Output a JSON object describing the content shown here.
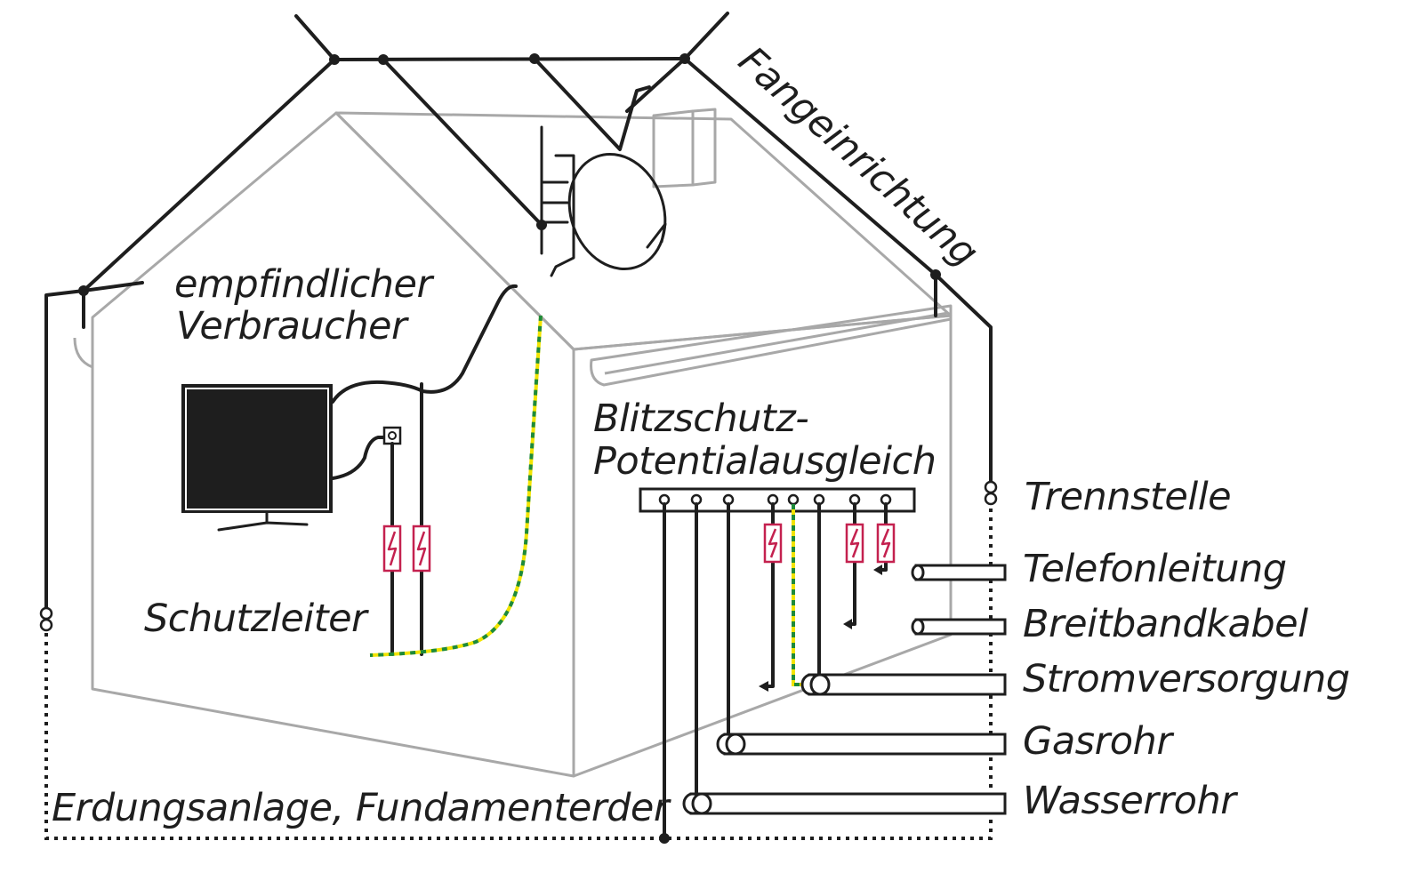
{
  "labels": {
    "air_termination": "Fangeinrichtung",
    "sensitive_device_line1": "empfindlicher",
    "sensitive_device_line2": "Verbraucher",
    "equipotential_line1": "Blitzschutz-",
    "equipotential_line2": "Potentialausgleich",
    "protective_conductor": "Schutzleiter",
    "earthing": "Erdungsanlage, Fundamenterder",
    "test_joint": "Trennstelle",
    "phone_line": "Telefonleitung",
    "broadband_cable": "Breitbandkabel",
    "power_supply": "Stromversorgung",
    "gas_pipe": "Gasrohr",
    "water_pipe": "Wasserrohr"
  },
  "colors": {
    "wire": "#1e1e1e",
    "house_outline": "#a8a8a8",
    "surge_arrester": "#c4214f",
    "pe_green": "#1d8a3a",
    "pe_yellow": "#f2e400"
  },
  "icons": [
    "tv-icon",
    "wall-socket-icon",
    "satellite-dish-icon",
    "chimney-icon",
    "surge-arrester-icon"
  ]
}
